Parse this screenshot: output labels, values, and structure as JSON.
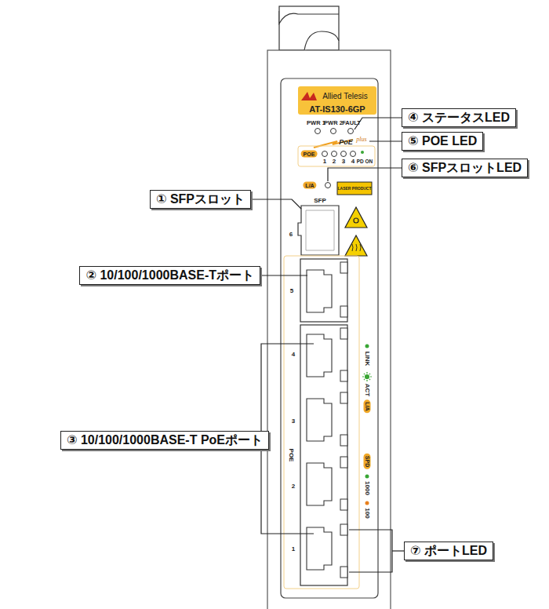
{
  "diagram": {
    "nodes": [
      {
        "text": [
          "④ ステータスLED"
        ]
      },
      {
        "text": [
          "⑤ POE LED"
        ]
      },
      {
        "text": [
          "⑥ SFPスロットLED"
        ]
      },
      {
        "text": [
          "① SFPスロット"
        ]
      },
      {
        "text": [
          "② 10/100/1000BASE-Tポート"
        ]
      },
      {
        "text": [
          "③ 10/100/1000BASE-T PoEポート"
        ]
      },
      {
        "text": [
          "⑦ ポートLED"
        ]
      }
    ],
    "labels": [
      "Allied Telesis",
      "AT-IS130-6GP",
      "PWR 1",
      "PWR 2",
      "FAULT",
      "PoE",
      "plus",
      "POE",
      "1",
      "2",
      "3",
      "4",
      "PD ON",
      "L/A",
      "LASER PRODUCT",
      "SFP",
      "6",
      "5",
      "4",
      "3",
      "2",
      "1",
      "POE",
      "LINK",
      "ACT",
      "L/A",
      "SPD",
      "1000",
      "100"
    ]
  }
}
